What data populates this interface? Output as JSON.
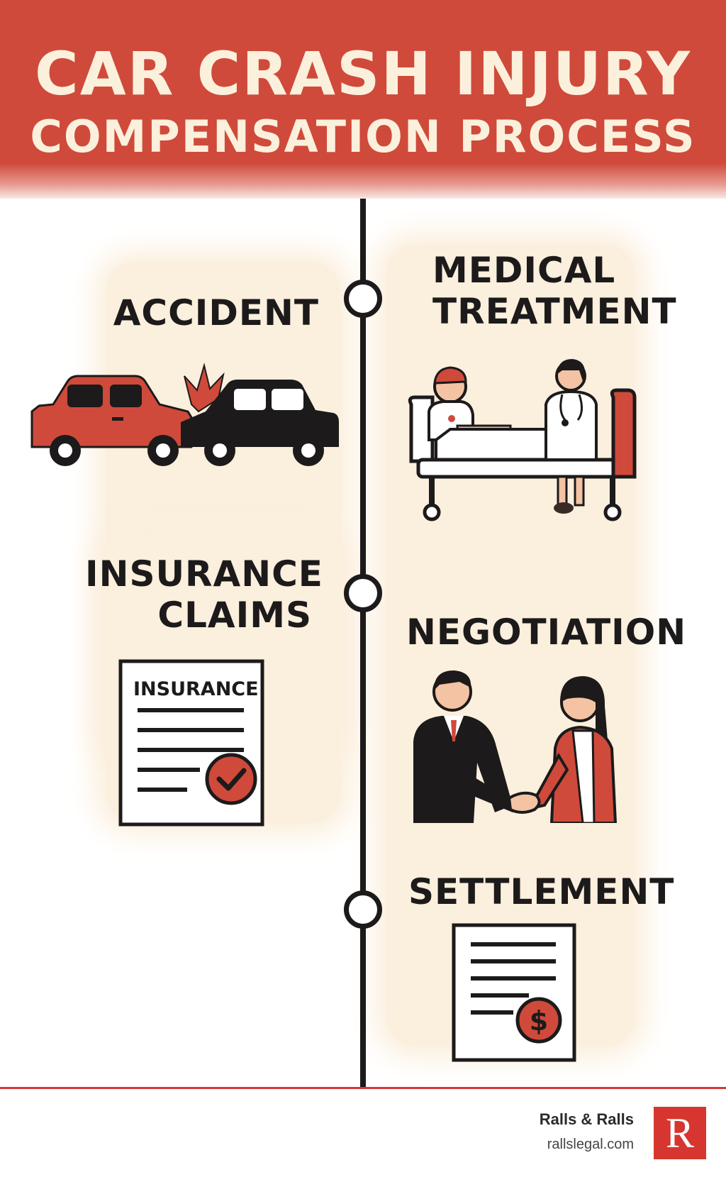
{
  "header": {
    "title_line1": "CAR CRASH INJURY",
    "title_line2": "COMPENSATION PROCESS"
  },
  "steps": [
    {
      "label_line1": "ACCIDENT",
      "icon": "car-crash-icon"
    },
    {
      "label_line1": "MEDICAL",
      "label_line2": "TREATMENT",
      "icon": "hospital-bed-doctor-icon"
    },
    {
      "label_line1": "INSURANCE",
      "label_line2": "CLAIMS",
      "icon": "insurance-document-icon",
      "document_text": "INSURANCE"
    },
    {
      "label_line1": "NEGOTIATION",
      "icon": "handshake-icon"
    },
    {
      "label_line1": "SETTLEMENT",
      "icon": "settlement-document-icon",
      "currency_symbol": "$"
    }
  ],
  "footer": {
    "firm_name": "Ralls & Ralls",
    "firm_url": "rallslegal.com",
    "logo_letter": "R"
  },
  "colors": {
    "accent": "#cf4a3b",
    "dark": "#1c1a1a",
    "cream": "#fbefdd"
  }
}
